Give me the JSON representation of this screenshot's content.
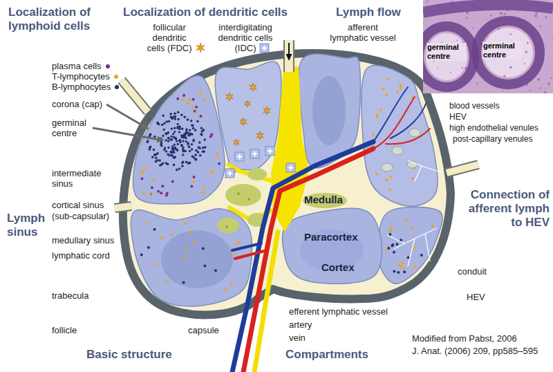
{
  "diagram": {
    "nodes": [
      {
        "text": [
          "germinal centre",
          "germinal centre"
        ]
      }
    ],
    "labels": [
      "Localization of lymphoid cells",
      "Localization of dendritic cells",
      "Lymph flow",
      "afferent lymphatic vessel",
      "corona (cap)",
      "germinal centre",
      "intermediate sinus",
      "Lymph sinus",
      "cortical sinus",
      "(sub-capsular)",
      "medullary sinus",
      "lymphatic cord",
      "trabecula",
      "follicle",
      "capsule",
      "Basic structure",
      "Compartments",
      "efferent lymphatic vessel",
      "artery",
      "vein",
      "Medulla",
      "Paracortex",
      "Cortex",
      "blood vessels",
      "HEV",
      "high endothelial venules",
      "post-capillary venules",
      "Connection of afferent lymph to HEV",
      "conduit",
      "HEV",
      "Modified from Pabst, 2006",
      "J. Anat. (2006) 209, pp585–595"
    ],
    "legend": [
      {
        "text": "follicular dendritic cells (FDC)"
      },
      {
        "text": "interdigitating dendritic cells (IDC)"
      },
      {
        "text": "plasma cells",
        "color": "#7b2d8e"
      },
      {
        "text": "T-lymphocytes",
        "color": "#f2a31b"
      },
      {
        "text": "B-lymphocytes",
        "color": "#26306e"
      }
    ]
  }
}
